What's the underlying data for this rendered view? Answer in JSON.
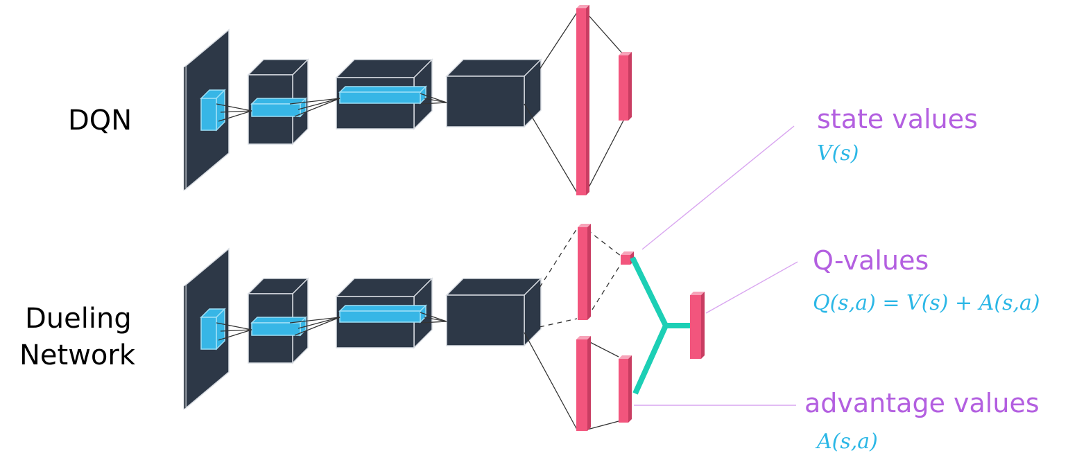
{
  "labels": {
    "dqn": "DQN",
    "dueling_line1": "Dueling",
    "dueling_line2": "Network"
  },
  "annotations": {
    "state": {
      "title": "state values",
      "formula": "V(s)"
    },
    "q": {
      "title": "Q-values",
      "formula": "Q(s,a) = V(s) + A(s,a)"
    },
    "advantage": {
      "title": "advantage values",
      "formula": "A(s,a)"
    }
  },
  "colors": {
    "block_face": "#2d3847",
    "block_edge": "#d9dde3",
    "filter": "#37b6e6",
    "dense_layer": "#f2557d",
    "aggregator": "#1ccfb5",
    "annotation_text": "#b35fe0",
    "formula_text": "#2bb7e6"
  }
}
